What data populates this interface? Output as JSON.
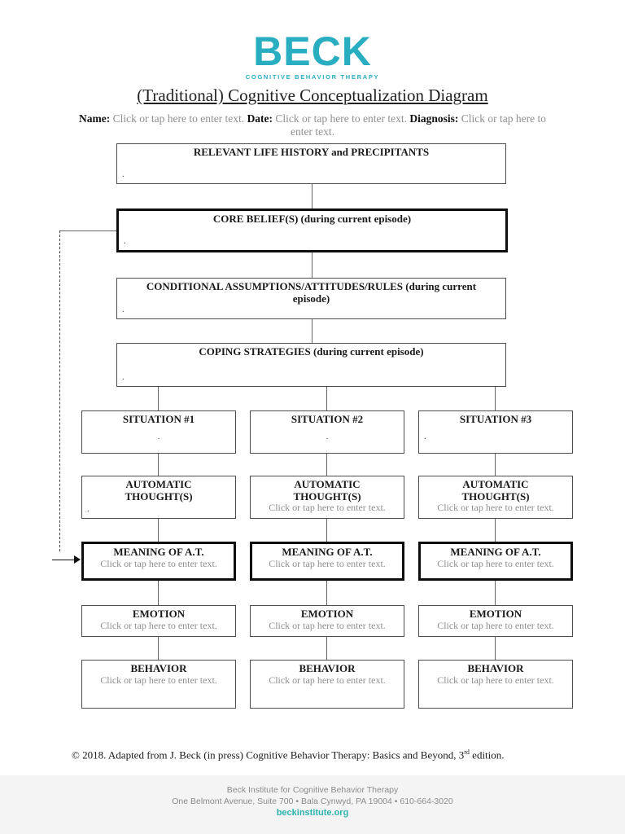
{
  "logo": {
    "brand": "BECK",
    "tagline": "COGNITIVE BEHAVIOR THERAPY",
    "brand_color": "#29adc0"
  },
  "title": "(Traditional) Cognitive Conceptualization Diagram",
  "fields": {
    "name_label": "Name:",
    "name_placeholder": "Click or tap here to enter text.",
    "date_label": "Date:",
    "date_placeholder": "Click or tap here to enter text.",
    "diagnosis_label": "Diagnosis:",
    "diagnosis_placeholder": "Click or tap here to enter text."
  },
  "diagram": {
    "relevant_history": {
      "title": "RELEVANT LIFE HISTORY and PRECIPITANTS",
      "empty_content": "."
    },
    "core_belief": {
      "title": "CORE BELIEF(S) (during current episode)",
      "empty_content": "."
    },
    "conditional_assumptions": {
      "title_line1": "CONDITIONAL ASSUMPTIONS/ATTITUDES/RULES (during current",
      "title_line2": "episode)",
      "empty_content": "."
    },
    "coping_strategies": {
      "title": "COPING STRATEGIES (during current episode)",
      "empty_content": "."
    },
    "columns": [
      {
        "situation": {
          "title": "SITUATION #1",
          "empty_content": "."
        },
        "automatic_thought": {
          "title_line1": "AUTOMATIC",
          "title_line2": "THOUGHT(S)",
          "empty_content": "."
        },
        "meaning": {
          "title": "MEANING OF A.T.",
          "placeholder": "Click or tap here to enter text."
        },
        "emotion": {
          "title": "EMOTION",
          "placeholder": "Click or tap here to enter text."
        },
        "behavior": {
          "title": "BEHAVIOR",
          "placeholder": "Click or tap here to enter text."
        }
      },
      {
        "situation": {
          "title": "SITUATION #2",
          "empty_content": "."
        },
        "automatic_thought": {
          "title_line1": "AUTOMATIC",
          "title_line2": "THOUGHT(S)",
          "placeholder": "Click or tap here to enter text."
        },
        "meaning": {
          "title": "MEANING OF A.T.",
          "placeholder": "Click or tap here to enter text."
        },
        "emotion": {
          "title": "EMOTION",
          "placeholder": "Click or tap here to enter text."
        },
        "behavior": {
          "title": "BEHAVIOR",
          "placeholder": "Click or tap here to enter text."
        }
      },
      {
        "situation": {
          "title": "SITUATION #3",
          "empty_content": "."
        },
        "automatic_thought": {
          "title_line1": "AUTOMATIC",
          "title_line2": "THOUGHT(S)",
          "placeholder": "Click or tap here to enter text."
        },
        "meaning": {
          "title": "MEANING OF A.T.",
          "placeholder": "Click or tap here to enter text."
        },
        "emotion": {
          "title": "EMOTION",
          "placeholder": "Click or tap here to enter text."
        },
        "behavior": {
          "title": "BEHAVIOR",
          "placeholder": "Click or tap here to enter text."
        }
      }
    ]
  },
  "footer": {
    "copyright_start": "© 2018. Adapted from J. Beck (in press) Cognitive Behavior Therapy: Basics and Beyond, 3",
    "copyright_ordinal": "rd",
    "copyright_end": " edition."
  },
  "bottom_bar": {
    "org": "Beck Institute for Cognitive Behavior Therapy",
    "address": "One Belmont Avenue, Suite 700 • Bala Cynwyd, PA 19004 • 610-664-3020",
    "website": "beckinstitute.org"
  }
}
